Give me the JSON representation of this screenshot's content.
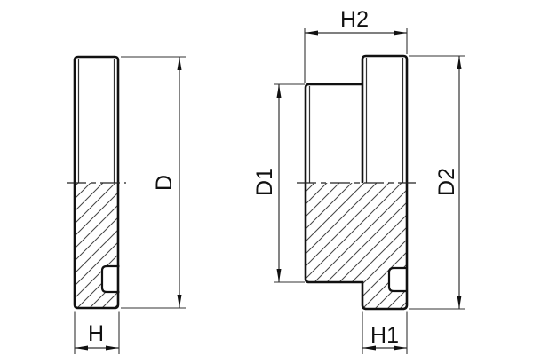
{
  "drawing": {
    "type": "technical-drawing",
    "background_color": "#ffffff",
    "line_color": "#111111",
    "views": {
      "left": {
        "description": "side view of threaded locknut, upper half elevation, lower half hatched section with face groove",
        "dimensions": {
          "diameter": "D",
          "width": "H"
        }
      },
      "right": {
        "description": "side view of stepped threaded bushing, upper half elevation, lower half hatched section with face groove",
        "dimensions": {
          "top_width": "H2",
          "small_diameter": "D1",
          "large_diameter": "D2",
          "bottom_width": "H1"
        }
      }
    }
  }
}
